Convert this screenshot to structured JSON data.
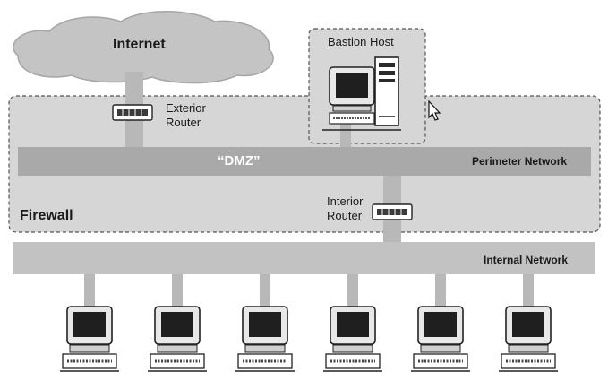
{
  "labels": {
    "internet": "Internet",
    "bastion_host": "Bastion Host",
    "exterior_router_line1": "Exterior",
    "exterior_router_line2": "Router",
    "interior_router_line1": "Interior",
    "interior_router_line2": "Router",
    "dmz": "“DMZ”",
    "perimeter_network": "Perimeter Network",
    "firewall": "Firewall",
    "internal_network": "Internal Network"
  },
  "icons": {
    "cloud": "cloud-icon",
    "router": "router-icon",
    "workstation": "workstation-icon",
    "bastion_computer": "computer-icon",
    "cursor": "mouse-cursor-icon"
  },
  "internal_hosts": [
    "workstation",
    "workstation",
    "workstation",
    "workstation",
    "workstation",
    "workstation"
  ],
  "colors": {
    "network_band": "#b8b8b8",
    "firewall_zone": "#d6d6d6",
    "cloud": "#c4c4c4",
    "dark": "#2a2a2a"
  }
}
